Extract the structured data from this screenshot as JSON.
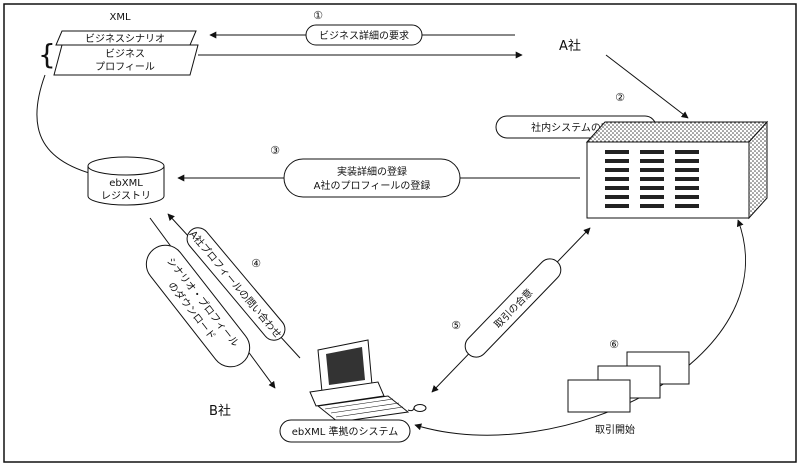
{
  "labels": {
    "xml": "XML",
    "business_scenario": "ビジネスシナリオ",
    "business_profile_line1": "ビジネス",
    "business_profile_line2": "プロフィール",
    "company_a": "A社",
    "company_b": "B社",
    "registry_line1": "ebXML",
    "registry_line2": "レジストリ",
    "system_label": "ebXML 準拠のシステム",
    "business_details_request": "ビジネス詳細の要求",
    "in_house_system": "社内システムの実装",
    "registration_line1": "実装詳細の登録",
    "registration_line2": "A社のプロフィールの登録",
    "inquiry": "A社プロフィールの問い合わせ",
    "download_line1": "シナリオ・プロフィール",
    "download_line2": "のダウンロード",
    "agreement": "取引の合意",
    "start_trading": "取引開始"
  },
  "steps": {
    "s1": "①",
    "s2": "②",
    "s3": "③",
    "s4": "④",
    "s5": "⑤",
    "s6": "⑥"
  }
}
